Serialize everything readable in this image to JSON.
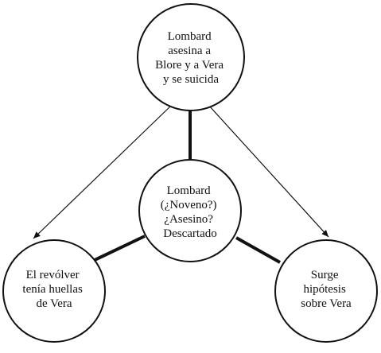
{
  "diagram": {
    "nodes": {
      "top": [
        "Lombard",
        "asesina a",
        "Blore y a Vera",
        "y se suicida"
      ],
      "center": [
        "Lombard",
        "(¿Noveno?)",
        "¿Asesino?",
        "Descartado"
      ],
      "left": [
        "El revólver",
        "tenía huellas",
        "de Vera"
      ],
      "right": [
        "Surge",
        "hipótesis",
        "sobre Vera"
      ]
    }
  }
}
